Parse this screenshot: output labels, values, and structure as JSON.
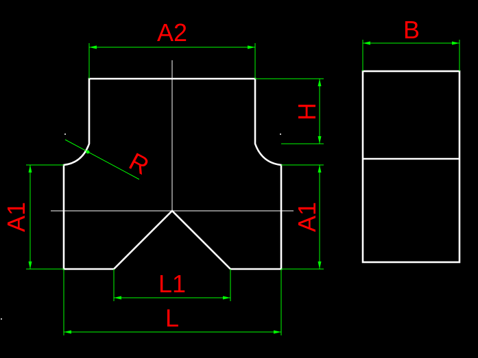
{
  "labels": {
    "a2": "A2",
    "b": "B",
    "h": "H",
    "r": "R",
    "a1_left": "A1",
    "a1_right": "A1",
    "l1": "L1",
    "l": "L"
  },
  "colors": {
    "background": "#000000",
    "outline": "#ffffff",
    "dimension": "#00ff00",
    "label": "#ff0000"
  }
}
